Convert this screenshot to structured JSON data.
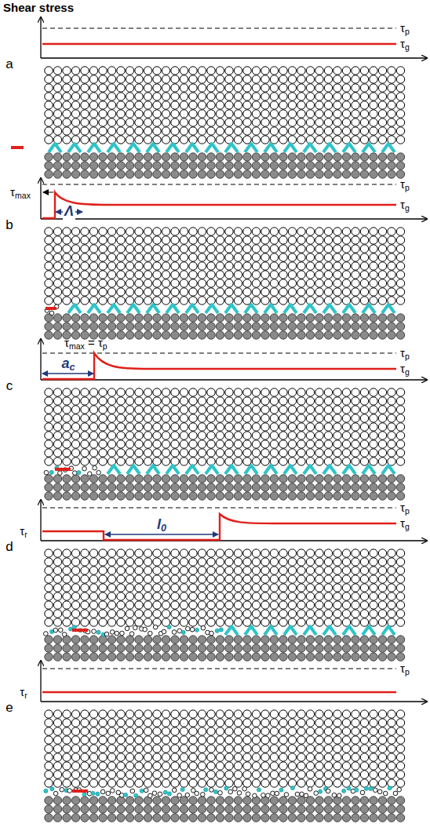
{
  "diagram": {
    "title": "Shear stress",
    "labels": [
      "τp",
      "τg",
      "a",
      "τmax",
      "τp",
      "Λ",
      "τg",
      "b",
      "τmax = τp",
      "τp",
      "ac",
      "τg",
      "c",
      "τp",
      "τr",
      "l0",
      "τg",
      "d",
      "τp",
      "τr",
      "e"
    ]
  }
}
